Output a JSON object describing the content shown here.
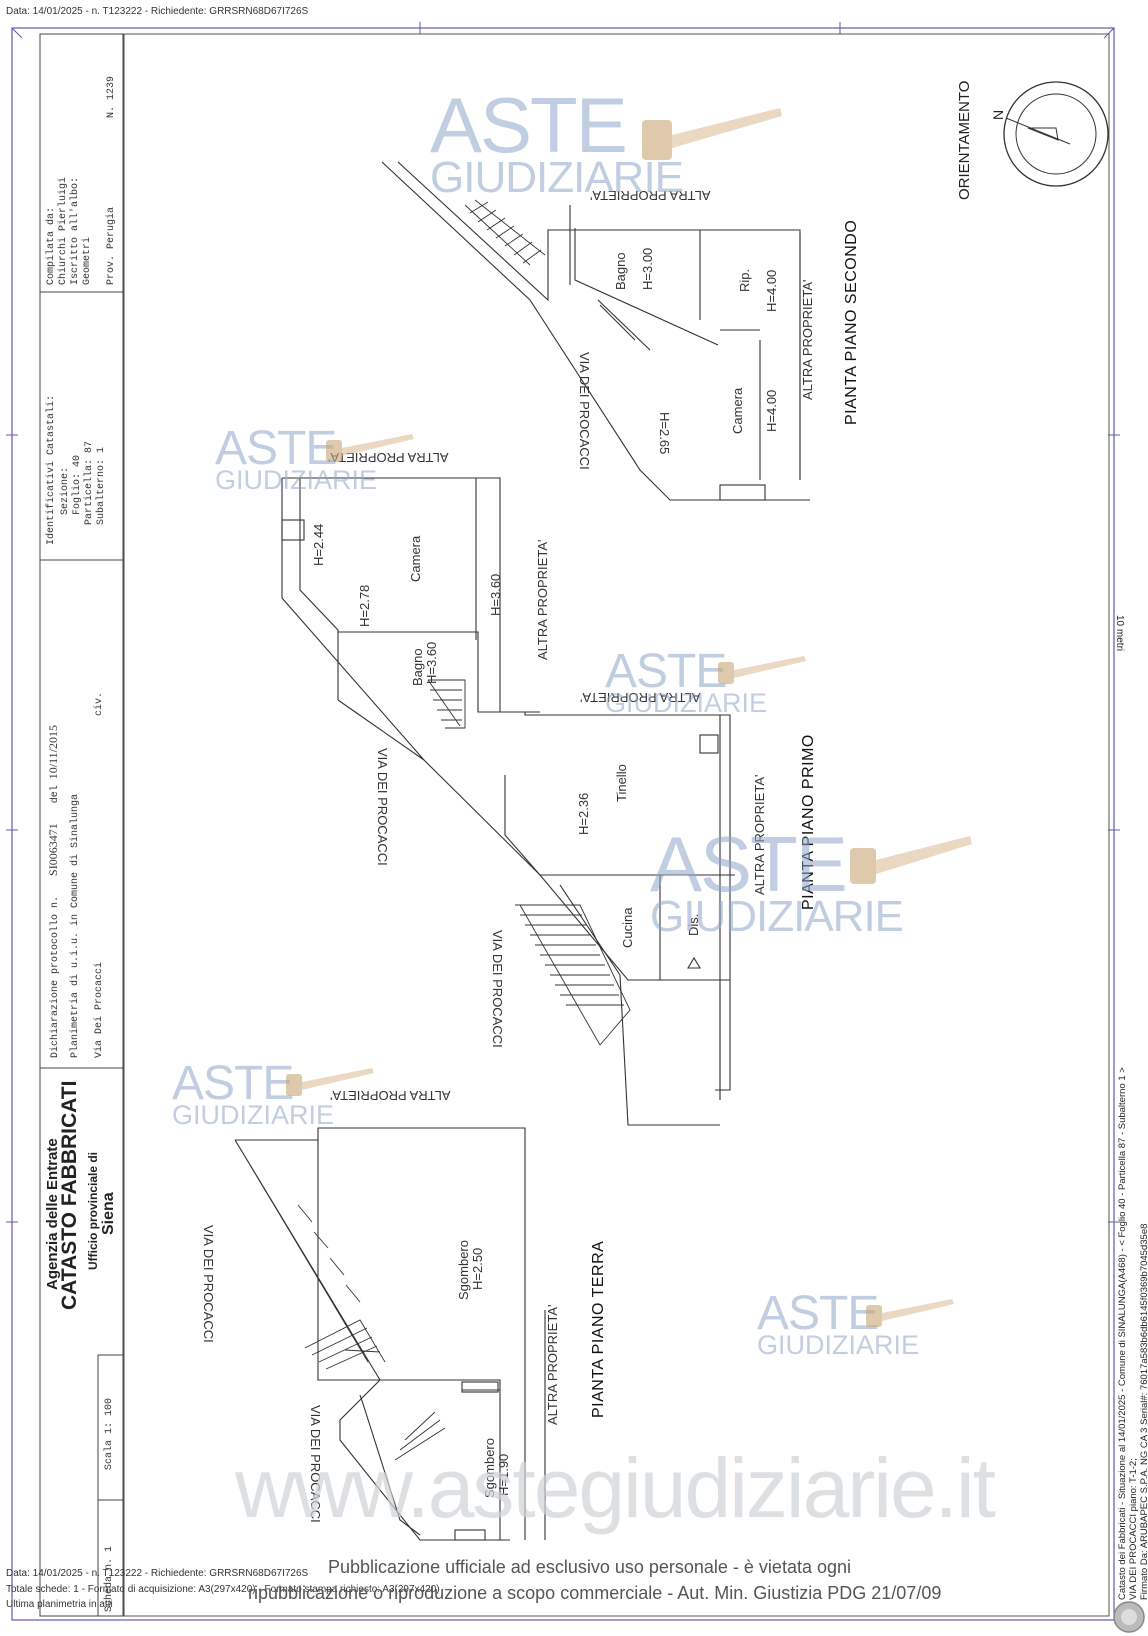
{
  "header": {
    "top_text": "Data: 14/01/2025 - n. T123222 - Richiedente: GRRSRN68D67I726S"
  },
  "cartouche": {
    "agency": "Agenzia delle Entrate",
    "title": "CATASTO FABBRICATI",
    "office_line": "Ufficio provinciale di",
    "office_city": "Siena",
    "decl_line1_a": "Dichiarazione protocollo n.",
    "decl_protocol": "SI0063471",
    "decl_del": "del",
    "decl_date": "10/11/2015",
    "decl_line2": "Planimetria di u.i.u. in Comune di Sinalunga",
    "decl_line3_a": "Via Dei Procacci",
    "decl_line3_b": "civ.",
    "ident_title": "Identificativi Catastali:",
    "ident_sezione": "Sezione:",
    "ident_foglio": "Foglio: 40",
    "ident_particella": "Particella: 87",
    "ident_subalterno": "Subalterno: 1",
    "comp_title": "Compilata da:",
    "comp_name": "Chiurchi Pierluigi",
    "comp_iscritto": "Iscritto all'albo:",
    "comp_albo": "Geometri",
    "comp_prov": "Prov. Perugia",
    "comp_num": "N. 1239",
    "scale": "Scala 1: 100",
    "scheda": "Scheda n. 1"
  },
  "orientation": {
    "label": "ORIENTAMENTO",
    "north": "N"
  },
  "scale_bar": "10 metri",
  "floors": {
    "secondo": {
      "title": "PIANTA PIANO SECONDO",
      "altra1": "ALTRA PROPRIETA'",
      "altra2": "ALTRA PROPRIETA'",
      "street": "VIA DEI PROCACCI",
      "bagno": "Bagno",
      "bagno_h": "H=3.00",
      "rip": "Rip.",
      "rip_h": "H=4.00",
      "camera": "Camera",
      "camera_h": "H=4.00",
      "h265": "H=2.65"
    },
    "primo": {
      "title": "PIANTA PIANO PRIMO",
      "altra1": "ALTRA PROPRIETA'",
      "altra2": "ALTRA PROPRIETA'",
      "altra3": "ALTRA PROPRIETA'",
      "altra4": "ALTRA PROPRIETA'",
      "street1": "VIA DEI PROCACCI",
      "street2": "VIA DEI PROCACCI",
      "camera": "Camera",
      "h244": "H=2.44",
      "h278": "H=2.78",
      "h360": "H=3.60",
      "bagno": "Bagno",
      "bagno_h": "H=3.60",
      "tinello": "Tinello",
      "tinello_h": "H=2.36",
      "cucina": "Cucina",
      "dis": "Dis."
    },
    "terra": {
      "title": "PIANTA PIANO TERRA",
      "altra1": "ALTRA PROPRIETA'",
      "altra2": "ALTRA PROPRIETA'",
      "street1": "VIA DEI PROCACCI",
      "street2": "VIA DEI PROCACCI",
      "sgombero1": "Sgombero",
      "sgombero1_h": "H=2.50",
      "sgombero2": "Sgombero",
      "sgombero2_h": "H=1.90"
    }
  },
  "side_text": {
    "line1": "Catasto dei Fabbricati - Situazione al 14/01/2025 - Comune di SINALUNGA(A468) - < Foglio 40 - Particella 87 - Subalterno 1 >",
    "line2": "VIA DEI PROCACCI piano: T-1-2;",
    "line3": "Firmato Da: ARUBAPEC S.P.A. NG CA 3 Serial#: 76017a583b6db6145f0369b7045d35e8"
  },
  "bottom": {
    "line1": "Data: 14/01/2025 - n. T123222 - Richiedente: GRRSRN68D67I726S",
    "line2": "Totale schede: 1 - Formato di acquisizione: A3(297x420) - Formato stampa richiesto: A3(297x420)",
    "line3": "Ultima planimetria in atti",
    "pub1": "Pubblicazione ufficiale ad esclusivo uso personale - è vietata ogni",
    "pub2": "ripubblicazione o riproduzione a scopo commerciale - Aut. Min. Giustizia PDG 21/07/09"
  },
  "watermark": {
    "aste": "ASTE",
    "giudiziarie": "GIUDIZIARIE",
    "url": "www.astegiudiziarie.it"
  }
}
